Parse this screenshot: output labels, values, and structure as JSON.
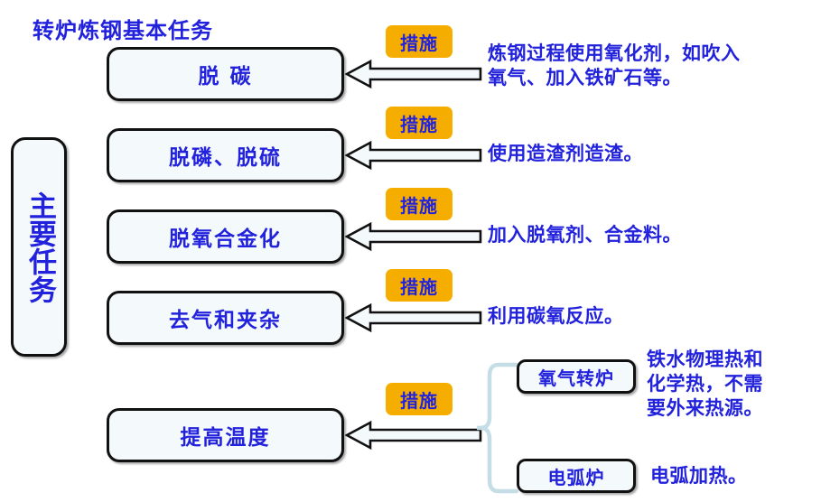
{
  "diagram": {
    "title": "转炉炼钢基本任务",
    "accent_text_color": "#2222DD",
    "badge_color": "#F5AE00",
    "box_fill_color": "#F4F9FC",
    "box_border_color": "#111111",
    "brace_color": "#C5DEE6",
    "main_label": "主要任务",
    "measure_badge_label": "措施",
    "rows": [
      {
        "task": "脱  碳",
        "badge": "措施",
        "description": "炼钢过程使用氧化剂，如吹入\n氧气、加入铁矿石等。"
      },
      {
        "task": "脱磷、脱硫",
        "badge": "措施",
        "description": "使用造渣剂造渣。"
      },
      {
        "task": "脱氧合金化",
        "badge": "措施",
        "description": "加入脱氧剂、合金料。"
      },
      {
        "task": "去气和夹杂",
        "badge": "措施",
        "description": "利用碳氧反应。"
      },
      {
        "task": "提高温度",
        "badge": "措施",
        "description": ""
      }
    ],
    "furnaces": [
      {
        "name": "氧气转炉",
        "description": "铁水物理热和\n化学热，不需\n要外来热源。"
      },
      {
        "name": "电弧炉",
        "description": "电弧加热。"
      }
    ]
  }
}
